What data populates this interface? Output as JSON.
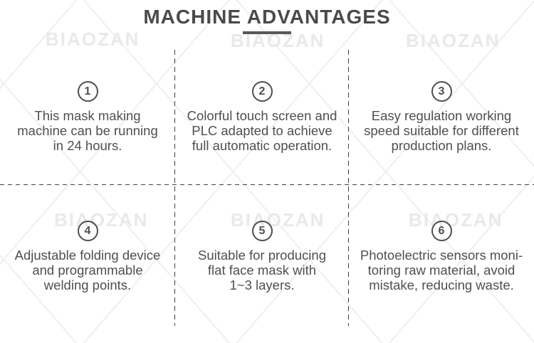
{
  "page": {
    "title": "MACHINE ADVANTAGES",
    "watermark_text": "BIAOZAN",
    "colors": {
      "background": "#ffffff",
      "title": "#4a4a4a",
      "body_text": "#4f4f4f",
      "divider": "#3f3f3f",
      "watermark": "#e9e9e9",
      "underline": "#585858"
    }
  },
  "advantages": [
    {
      "number": "1",
      "lines": [
        "This mask making",
        "machine can be running",
        "in 24 hours."
      ]
    },
    {
      "number": "2",
      "lines": [
        "Colorful touch screen and",
        "PLC adapted to achieve",
        "full automatic operation."
      ]
    },
    {
      "number": "3",
      "lines": [
        "Easy regulation working",
        "speed suitable for different",
        "production plans."
      ]
    },
    {
      "number": "4",
      "lines": [
        "Adjustable folding device",
        "and programmable",
        "welding points."
      ]
    },
    {
      "number": "5",
      "lines": [
        "Suitable for producing",
        "flat face mask with",
        "1~3 layers."
      ]
    },
    {
      "number": "6",
      "lines": [
        "Photoelectric sensors moni-",
        "toring raw material, avoid",
        "mistake, reducing waste."
      ]
    }
  ]
}
